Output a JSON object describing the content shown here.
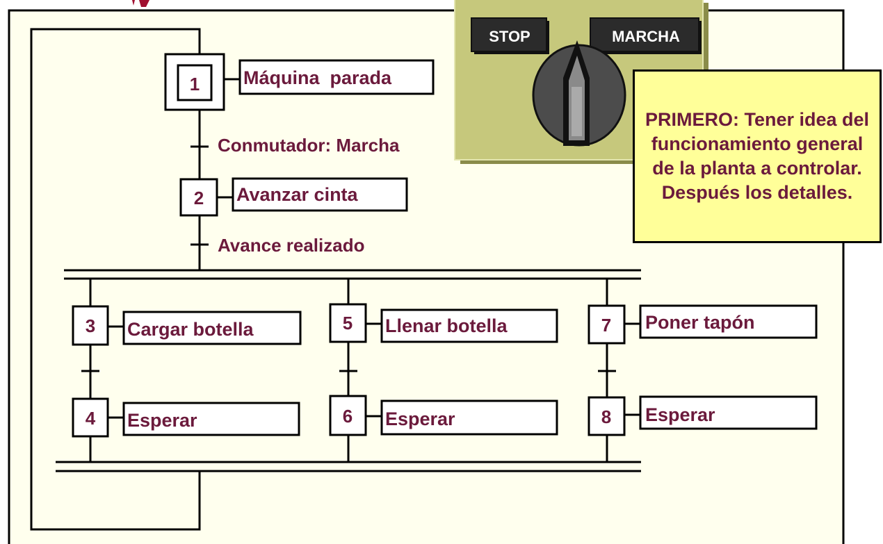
{
  "steps": [
    {
      "number": "1",
      "action": "Máquina  parada"
    },
    {
      "number": "2",
      "action": "Avanzar cinta"
    },
    {
      "number": "3",
      "action": "Cargar botella"
    },
    {
      "number": "4",
      "action": "Esperar"
    },
    {
      "number": "5",
      "action": "Llenar botella"
    },
    {
      "number": "6",
      "action": "Esperar"
    },
    {
      "number": "7",
      "action": "Poner tapón"
    },
    {
      "number": "8",
      "action": "Esperar"
    }
  ],
  "transitions": [
    "Conmutador: Marcha",
    "Avance realizado"
  ],
  "switch_panel": {
    "stop_label": "STOP",
    "marcha_label": "MARCHA"
  },
  "note": {
    "text": "PRIMERO: Tener idea del funcionamiento general de la planta a controlar. Después los detalles."
  },
  "colors": {
    "frame_bg": "#ffffee",
    "note_bg": "#ffff99",
    "text": "#6b1a3c",
    "panel": "#c6c87c"
  }
}
